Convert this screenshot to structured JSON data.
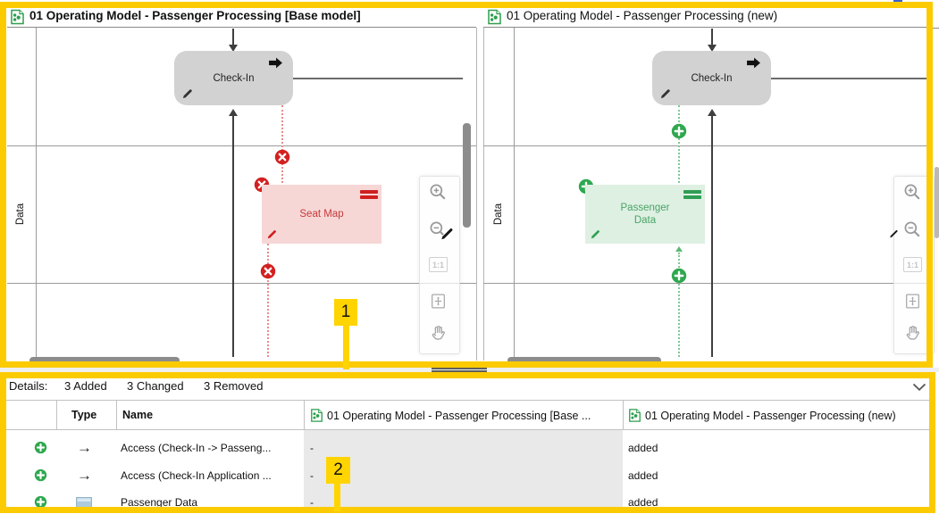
{
  "panels": {
    "left": {
      "title": "01 Operating Model - Passenger Processing [Base model]",
      "lane_label": "Data",
      "checkin": "Check-In",
      "data_node": "Seat Map"
    },
    "right": {
      "title": "01 Operating Model - Passenger Processing (new)",
      "lane_label": "Data",
      "checkin": "Check-In",
      "data_node": "Passenger Data"
    }
  },
  "zoom_palette": {
    "one_to_one": "1:1"
  },
  "callouts": {
    "one": "1",
    "two": "2"
  },
  "details": {
    "label": "Details:",
    "summary": {
      "added": "3 Added",
      "changed": "3 Changed",
      "removed": "3 Removed"
    },
    "columns": {
      "type": "Type",
      "name": "Name",
      "base": "01 Operating Model - Passenger Processing [Base ...",
      "new": "01 Operating Model - Passenger Processing (new)"
    },
    "rows": [
      {
        "name": "Access (Check-In -> Passeng...",
        "base": "-",
        "new": "added"
      },
      {
        "name": "Access (Check-In Application ...",
        "base": "-",
        "new": "added"
      },
      {
        "name": "Passenger Data",
        "base": "-",
        "new": "added"
      }
    ]
  },
  "colors": {
    "highlight_yellow": "#FBCB00",
    "added_green": "#2FA84F",
    "removed_red": "#D32020",
    "node_gray": "#D2D2D2"
  }
}
